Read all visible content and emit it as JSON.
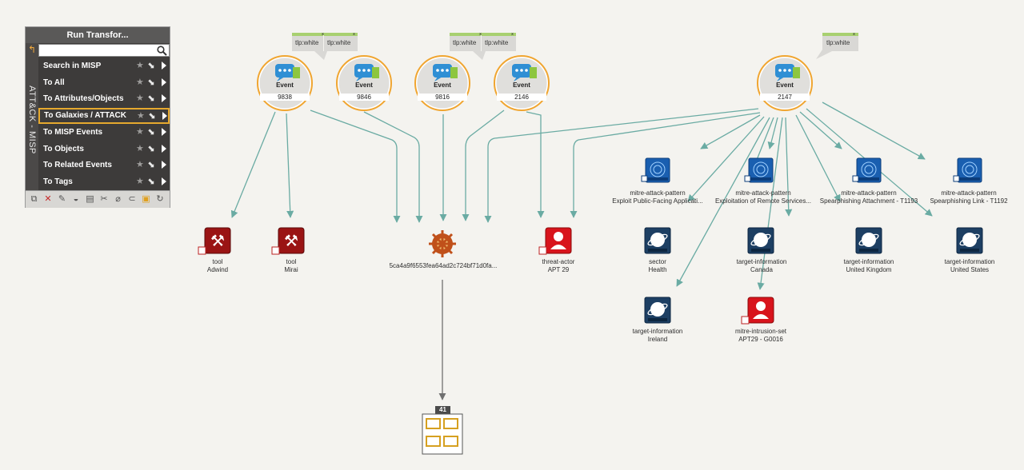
{
  "panel": {
    "title": "Run Transfor...",
    "search_placeholder": "",
    "side_tab": "ATT&CK - MISP",
    "items": [
      {
        "label": "Search in MISP",
        "active": false
      },
      {
        "label": "To All",
        "active": false
      },
      {
        "label": "To Attributes/Objects",
        "active": false
      },
      {
        "label": "To Galaxies / ATTACK",
        "active": true
      },
      {
        "label": "To MISP Events",
        "active": false
      },
      {
        "label": "To Objects",
        "active": false
      },
      {
        "label": "To Related Events",
        "active": false
      },
      {
        "label": "To Tags",
        "active": false
      }
    ],
    "toolbar_icons": [
      "copy-icon",
      "delete-icon",
      "paint-icon",
      "merge-icon",
      "clipboard-icon",
      "cut-icon",
      "attach-icon",
      "link-icon",
      "note-icon",
      "refresh-icon"
    ]
  },
  "events": [
    {
      "type": "Event",
      "id": "9838"
    },
    {
      "type": "Event",
      "id": "9846"
    },
    {
      "type": "Event",
      "id": "9816"
    },
    {
      "type": "Event",
      "id": "2146"
    },
    {
      "type": "Event",
      "id": "2147"
    }
  ],
  "tlp_tags": [
    "tlp:white",
    "tlp:white",
    "tlp:white",
    "tlp:white",
    "tlp:white"
  ],
  "nodes": {
    "tool_adwind": {
      "kind": "tool",
      "name": "Adwind"
    },
    "tool_mirai": {
      "kind": "tool",
      "name": "Mirai"
    },
    "hash": {
      "name": "5ca4a9f6553fea64ad2c724bf71d0fa..."
    },
    "threat_actor": {
      "kind": "threat-actor",
      "name": "APT 29"
    },
    "attack_patterns": [
      {
        "kind": "mitre-attack-pattern",
        "name": "Exploit Public-Facing Applicati..."
      },
      {
        "kind": "mitre-attack-pattern",
        "name": "Exploitation of Remote Services..."
      },
      {
        "kind": "mitre-attack-pattern",
        "name": "Spearphishing Attachment - T1193"
      },
      {
        "kind": "mitre-attack-pattern",
        "name": "Spearphishing Link - T1192"
      }
    ],
    "targets": [
      {
        "kind": "sector",
        "name": "Health"
      },
      {
        "kind": "target-information",
        "name": "Canada"
      },
      {
        "kind": "target-information",
        "name": "United Kingdom"
      },
      {
        "kind": "target-information",
        "name": "United States"
      },
      {
        "kind": "target-information",
        "name": "Ireland"
      }
    ],
    "intrusion_set": {
      "kind": "mitre-intrusion-set",
      "name": "APT29 - G0016"
    },
    "collection": {
      "count": "41"
    }
  },
  "colors": {
    "edge": "#6aaba3",
    "edge_dark": "#707070",
    "event_ring": "#f0a530",
    "tool_red": "#9a1414",
    "actor_red": "#d8141c",
    "pattern_blue": "#1a5fb0",
    "target_navy": "#1d3f63",
    "collection_gold": "#d6a020"
  }
}
